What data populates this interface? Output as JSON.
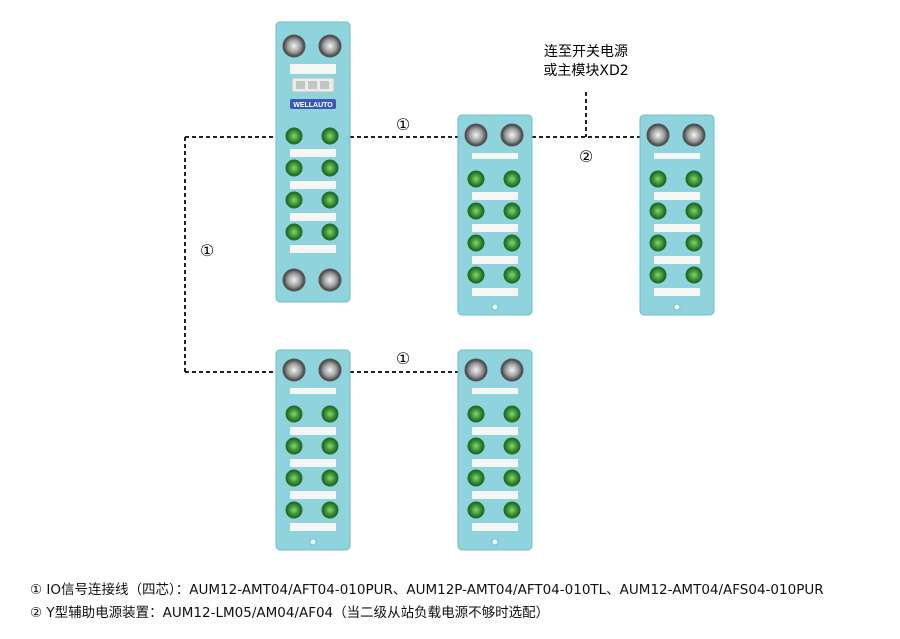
{
  "annotation": {
    "line1": "连至开关电源",
    "line2": "或主模块XD2"
  },
  "markers": {
    "one": "①",
    "two": "②"
  },
  "master_module": {
    "logo": "WELLAUTO"
  },
  "legend": [
    {
      "num": "①",
      "text": "IO信号连接线（四芯）：AUM12-AMT04/AFT04-010PUR、AUM12P-AMT04/AFT04-010TL、AUM12-AMT04/AFS04-010PUR"
    },
    {
      "num": "②",
      "text": "Y型辅助电源装置：AUM12-LM05/AM04/AF04（当二级从站负载电源不够时选配）"
    }
  ],
  "colors": {
    "module": "#8fd3dd",
    "module_dark": "#6fbfcb",
    "port_green": "#3c9a3a",
    "label": "#f4f7f5",
    "line": "#222222"
  }
}
